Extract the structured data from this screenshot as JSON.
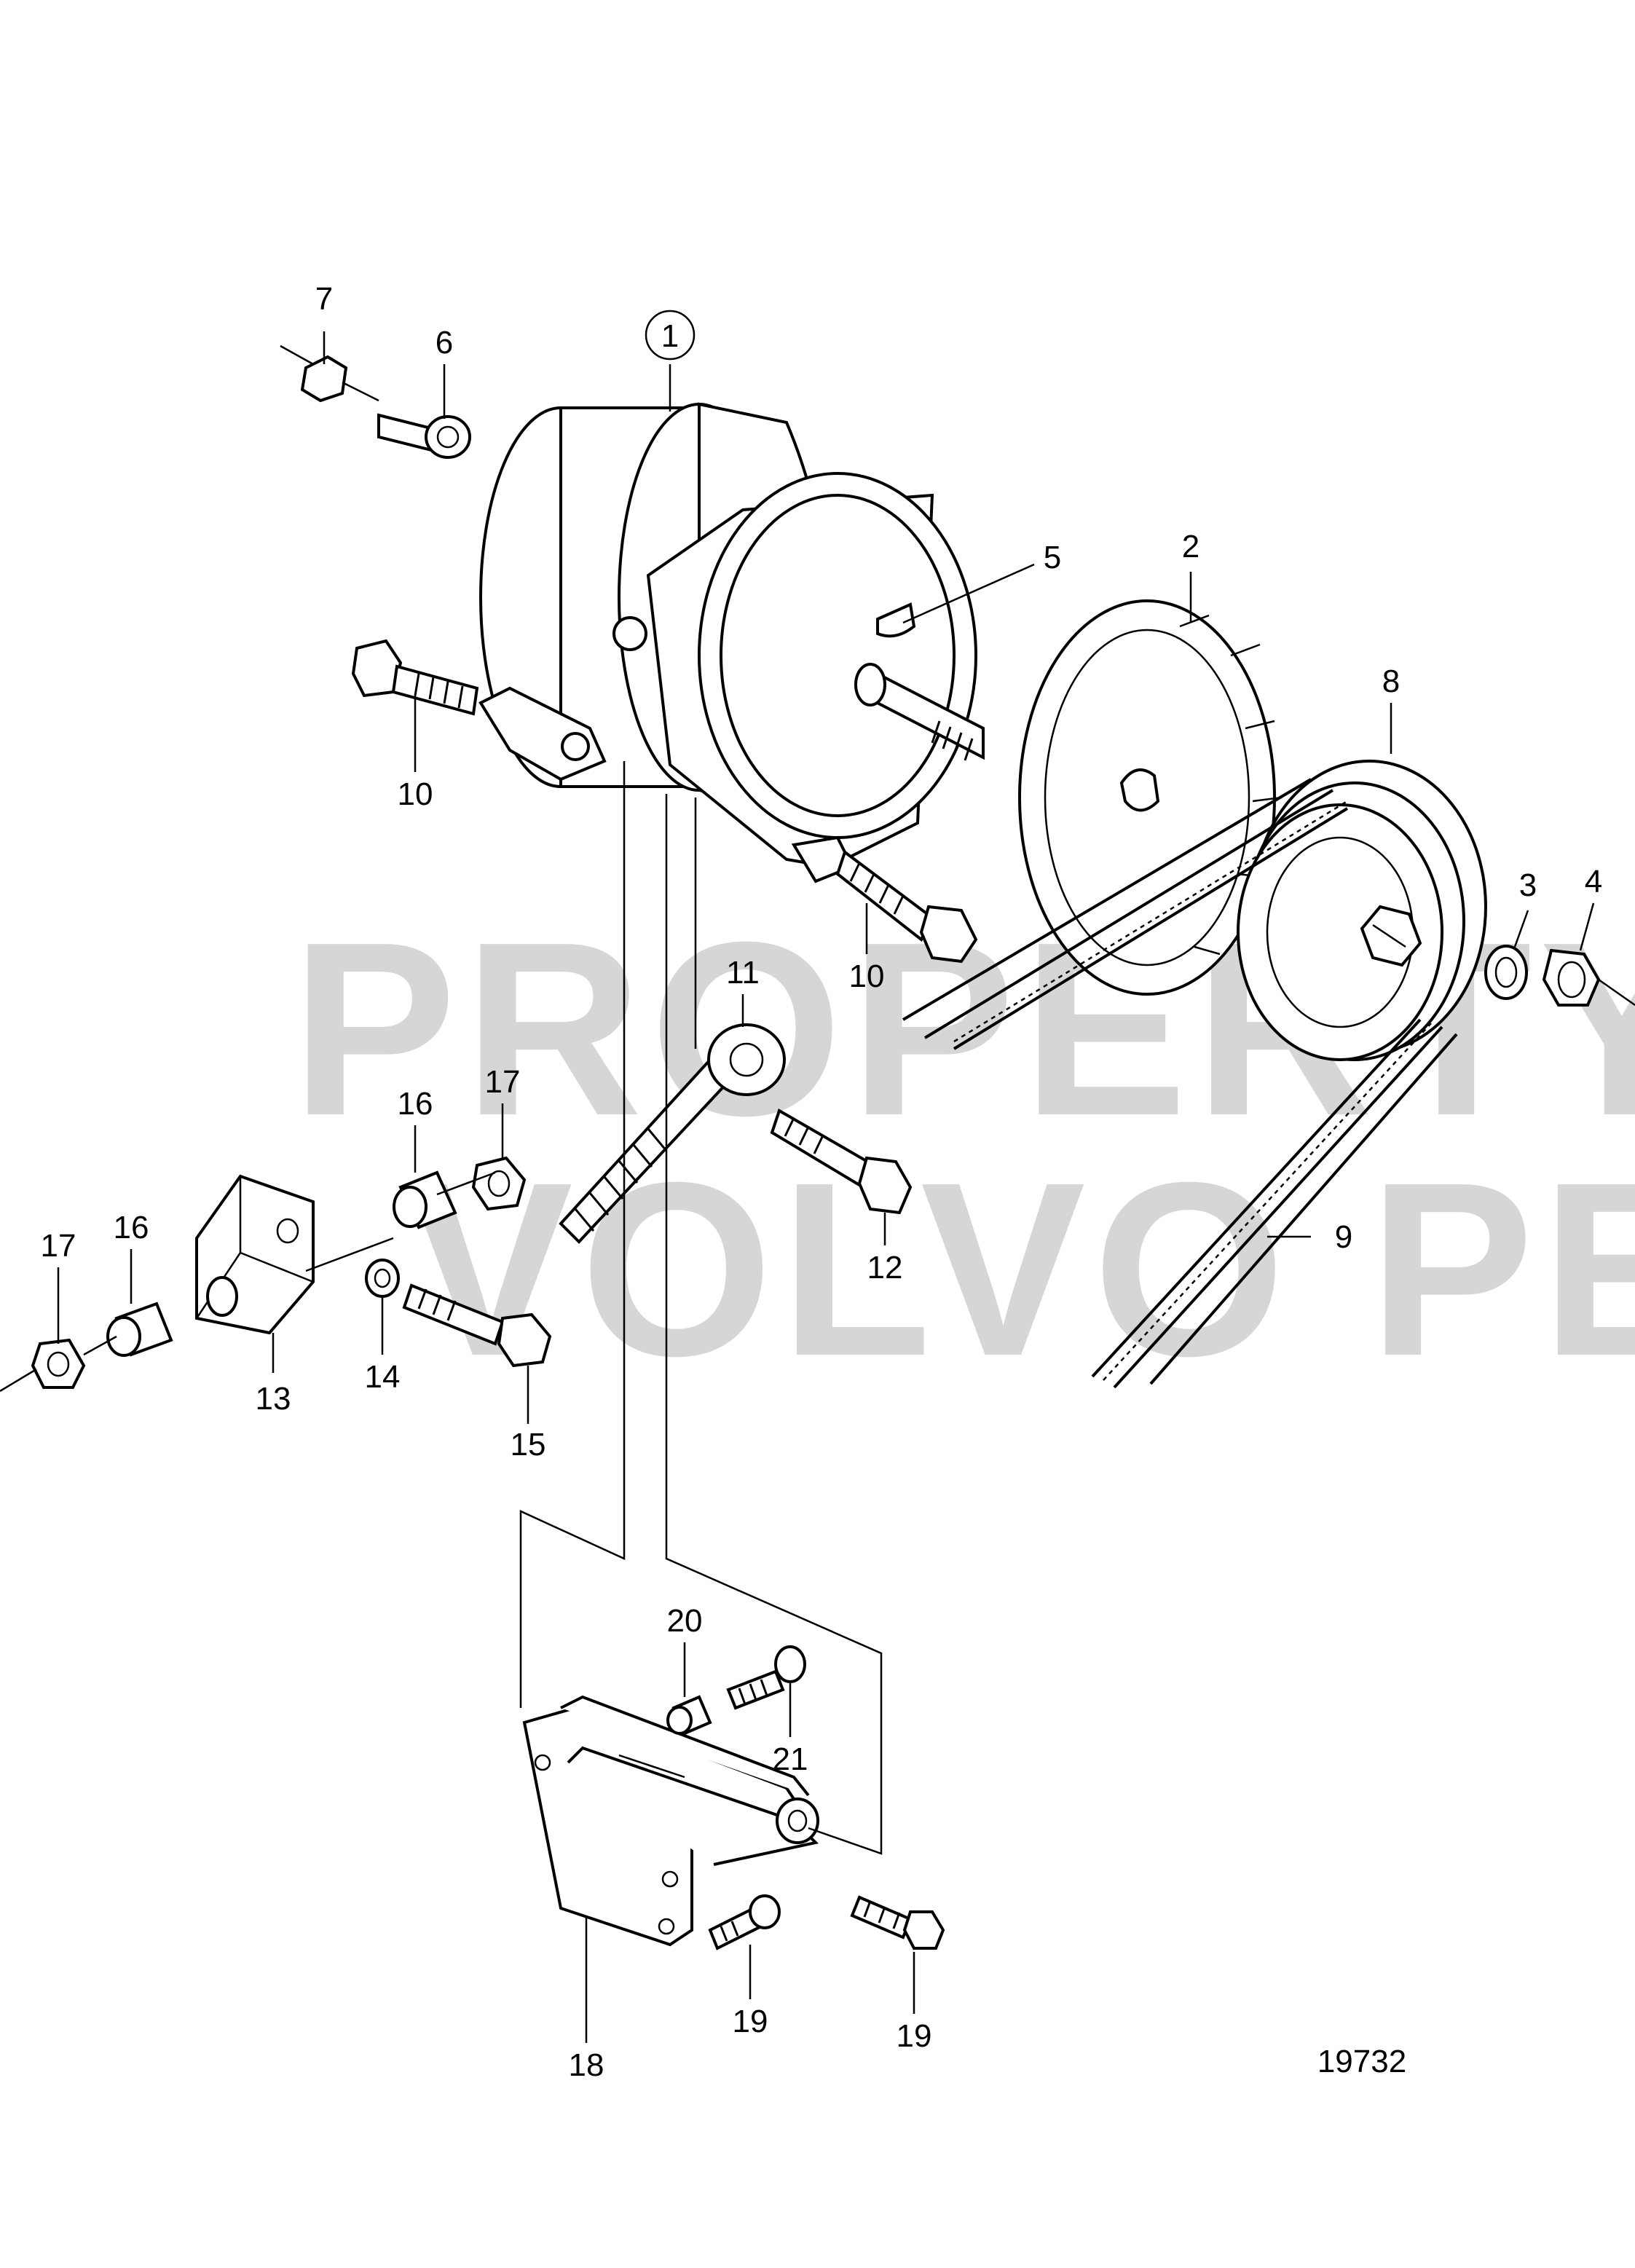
{
  "watermark": {
    "line1": "PROPERTY OF",
    "line2": "VOLVO PENTA"
  },
  "drawing_number": "19732",
  "callouts": {
    "c1": "1",
    "c2": "2",
    "c3": "3",
    "c4": "4",
    "c5": "5",
    "c6": "6",
    "c7": "7",
    "c8": "8",
    "c9": "9",
    "c10a": "10",
    "c10b": "10",
    "c11": "11",
    "c12": "12",
    "c13": "13",
    "c14": "14",
    "c15": "15",
    "c16a": "16",
    "c16b": "16",
    "c17a": "17",
    "c17b": "17",
    "c18": "18",
    "c19a": "19",
    "c19b": "19",
    "c20": "20",
    "c21": "21"
  }
}
